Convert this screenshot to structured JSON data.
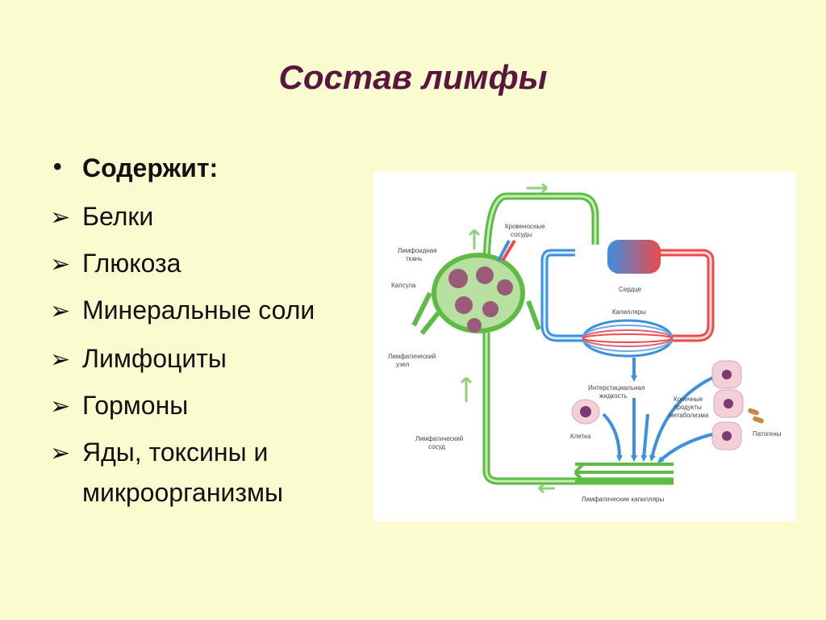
{
  "slide": {
    "title": "Состав лимфы",
    "intro_bullet": "•",
    "intro": "Содержит:",
    "item_marker": "➢",
    "items": [
      "Белки",
      "Глюкоза",
      "Минеральные соли",
      "Лимфоциты",
      "Гормоны",
      "Яды, токсины и",
      "микроорганизмы"
    ]
  },
  "diagram": {
    "labels": {
      "blood_vessels_1": "Кровеносные",
      "blood_vessels_2": "сосуды",
      "lymphoid_1": "Лимфоидная",
      "lymphoid_2": "ткань",
      "capsule": "Капсула",
      "heart": "Сердце",
      "capillaries": "Капилляры",
      "node_1": "Лимфатический",
      "node_2": "узел",
      "interstitial_1": "Интерстициальная",
      "interstitial_2": "жидкость",
      "products_1": "Конечные",
      "products_2": "продукты",
      "products_3": "метаболизма",
      "cell": "Клетка",
      "pathogens": "Патогены",
      "vessel_1": "Лимфатический",
      "vessel_2": "сосуд",
      "lymph_capillaries": "Лимфатические капилляры"
    },
    "colors": {
      "lymph": "#5dbb46",
      "lymph_light": "#c9edb4",
      "artery": "#ee4a4a",
      "vein": "#3d8fe0",
      "node_spot": "#9b5a78",
      "cell": "#f3cfd7",
      "nucleus": "#7a3a74"
    }
  }
}
